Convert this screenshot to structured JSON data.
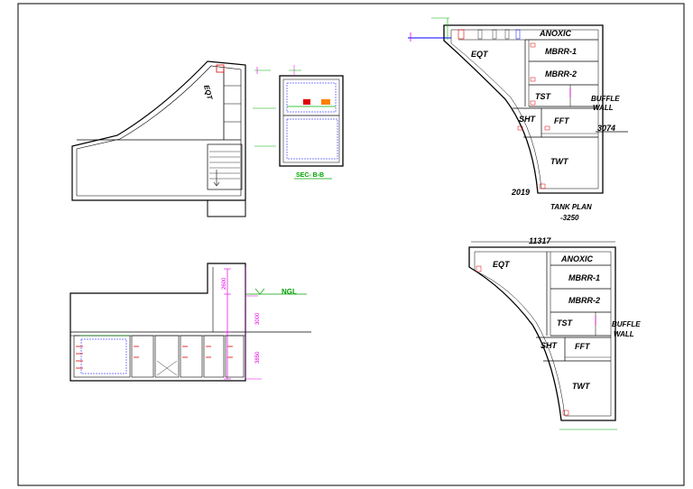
{
  "title_plan_1": "TANK PLAN",
  "title_plan_1_level": "-3250",
  "dim_3074": "3074",
  "dim_2019": "2019",
  "dim_11317": "11317",
  "section_title": "SEC- B-B",
  "ngl_label": "NGL",
  "dims_vertical": [
    "2600",
    "3000",
    "3850"
  ],
  "tank_labels_top": {
    "eqt": "EQT",
    "anoxic": "ANOXIC",
    "mbrr1": "MBRR-1",
    "mbrr2": "MBRR-2",
    "tst": "TST",
    "buffle": "BUFFLE",
    "wall": "WALL",
    "sht": "SHT",
    "fft": "FFT",
    "twt": "TWT"
  },
  "tank_labels_bottom": {
    "eqt": "EQT",
    "anoxic": "ANOXIC",
    "mbrr1": "MBRR-1",
    "mbrr2": "MBRR-2",
    "tst": "TST",
    "buffle": "BUFFLE",
    "wall": "WALL",
    "sht": "SHT",
    "fft": "FFT",
    "twt": "TWT"
  },
  "elevation_label": "EQT",
  "colors": {
    "line": "#000000",
    "magenta": "#e000e0",
    "red": "#e00000",
    "blue": "#0000ff",
    "green": "#00b000",
    "orange": "#ff8000",
    "ngl_green": "#00a000"
  }
}
